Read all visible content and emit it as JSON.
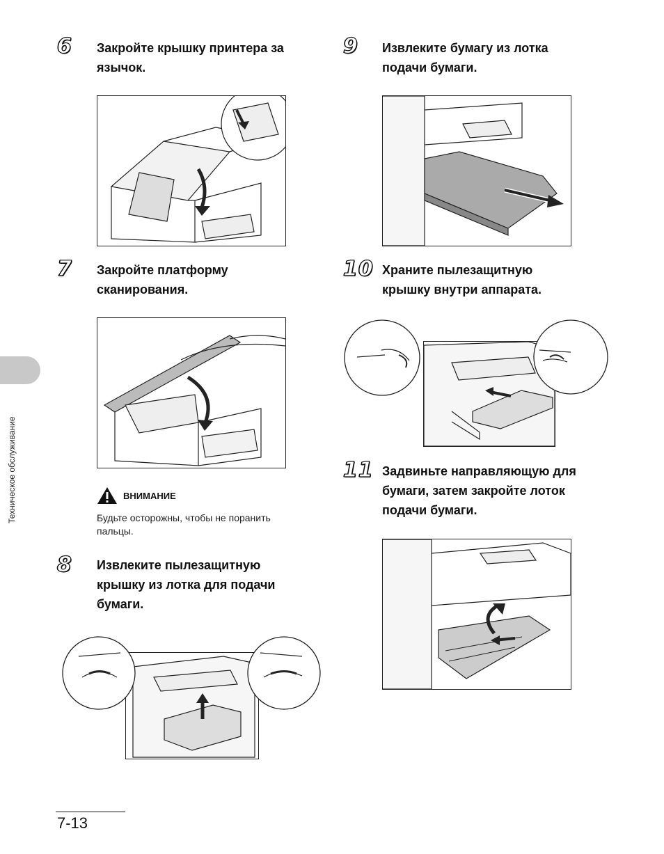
{
  "sidebar": {
    "section_label": "Техническое обслуживание"
  },
  "steps": [
    {
      "number": "6",
      "text_lines": [
        "Закройте крышку принтера за",
        "язычок."
      ]
    },
    {
      "number": "7",
      "text_lines": [
        "Закройте платформу",
        "сканирования."
      ]
    },
    {
      "number": "8",
      "text_lines": [
        "Извлеките пылезащитную",
        "крышку из лотка для подачи",
        "бумаги."
      ]
    },
    {
      "number": "9",
      "text_lines": [
        "Извлеките бумагу из лотка",
        "подачи бумаги."
      ]
    },
    {
      "number": "10",
      "text_lines": [
        "Храните пылезащитную",
        "крышку внутри аппарата."
      ]
    },
    {
      "number": "11",
      "text_lines": [
        "Задвиньте направляющую для",
        "бумаги, затем закройте лоток",
        "подачи бумаги."
      ]
    }
  ],
  "caution": {
    "title": "ВНИМАНИЕ",
    "body_lines": [
      "Будьте осторожны, чтобы не поранить",
      "пальцы."
    ]
  },
  "footer": {
    "page_number": "7-13"
  }
}
